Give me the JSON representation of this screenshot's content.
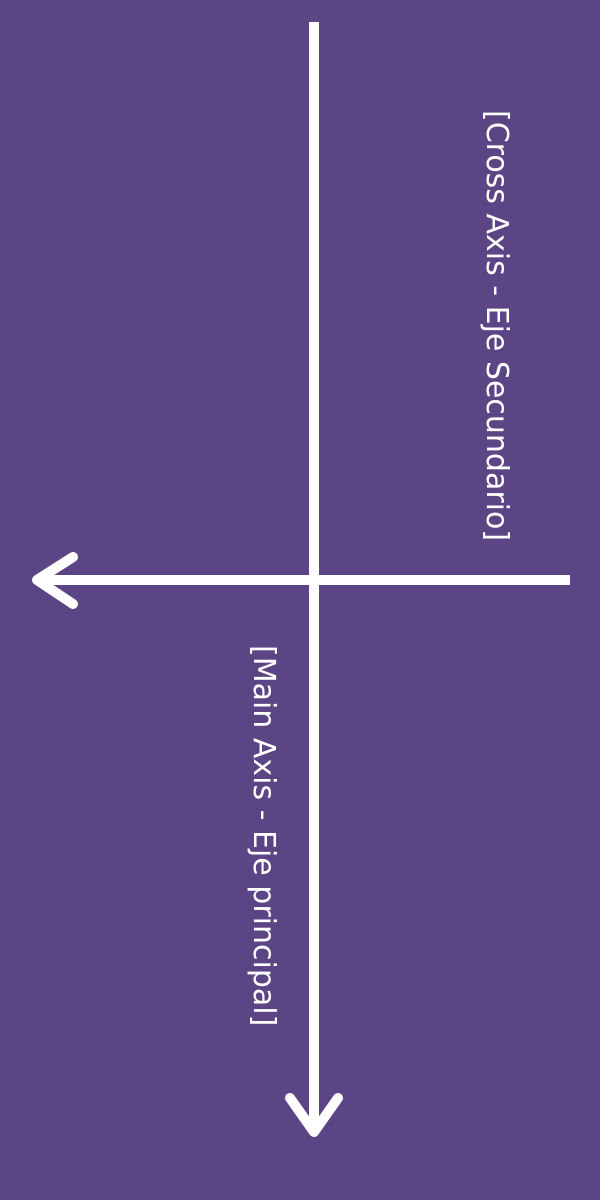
{
  "diagram": {
    "background_color": "#5b4584",
    "line_color": "#ffffff",
    "cross_axis": {
      "label": "[Cross Axis - Eje Secundario]",
      "direction": "left"
    },
    "main_axis": {
      "label": "[Main Axis - Eje principal]",
      "direction": "down"
    }
  }
}
